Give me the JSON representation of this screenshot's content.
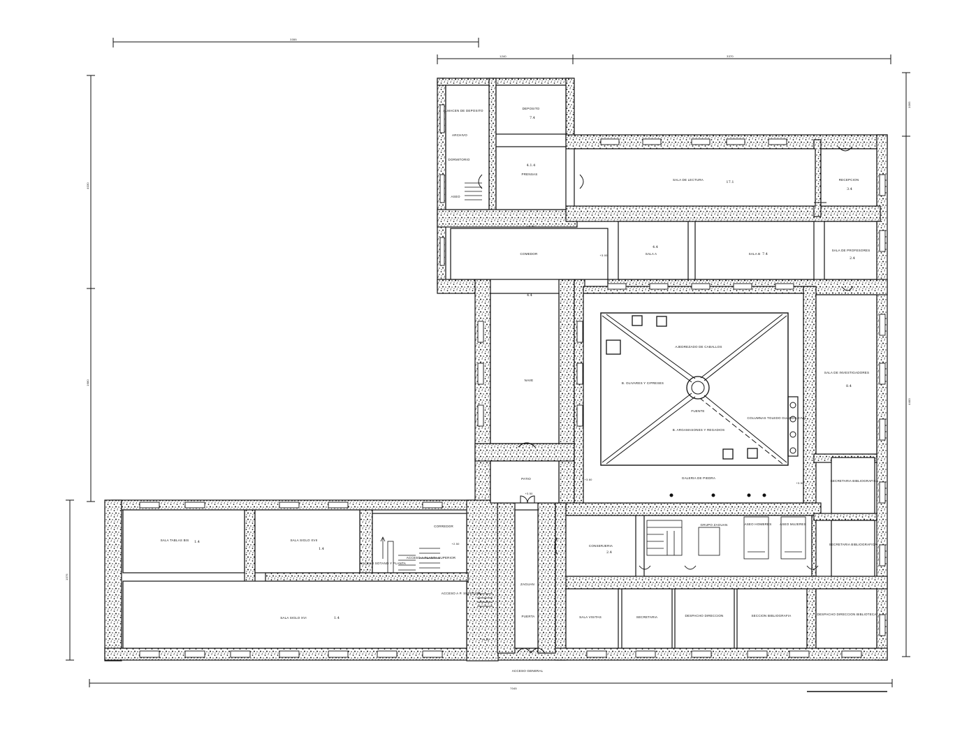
{
  "plan": {
    "ink_color": "#111111",
    "wall_fill": "#ffffff",
    "paper_color": "#ffffff"
  },
  "dimensions": {
    "top_left": "3355",
    "top_mid": "1240",
    "top_right": "3370",
    "left_upper": "4030",
    "left_lower": "1680",
    "left_bottom": "1575",
    "right_top": "1095",
    "right_mid": "4400",
    "bottom": "7045"
  },
  "rooms": {
    "almacen_de_deposito": "ALMACEN DE DEPOSITO",
    "deposito": "DEPOSITO",
    "archivo": "ARCHIVO",
    "dormitorio": "DORMITORIO",
    "aseo_nw": "ASEO",
    "prensas": "PRENSAS",
    "sala_de_lectura": "SALA DE LECTURA",
    "recepcion": "RECEPCION",
    "comedor": "COMEDOR",
    "sala_a": "SALA A",
    "sala_b": "SALA B",
    "sala_de_profesores": "SALA DE PROFESORES",
    "nave": "NAVE",
    "sala_de_investigadores": "SALA DE INVESTIGADORES",
    "ajedrezado": "AJEDREZADO DE CABALLOS",
    "sacramento_1": "B. OLIVARES Y CIPRESES",
    "sacramento_2": "B. ARGAMASONES Y REGADIOS",
    "fuente": "FUENTE",
    "columnas": "COLUMNAS TOLEDO GUARDIA CIVIL",
    "galeria": "GALERIA DE PIEDRA",
    "patio": "PATIO",
    "conserjeria": "CONSERJERIA",
    "grupo_zaguan": "GRUPO ZAGUAN",
    "aseo_m": "ASEO HOMBRES",
    "aseo_h": "ASEO MUJERES",
    "secretaria_bibliografica": "SECRETARIA BIBLIOGRAFICA",
    "secretaria": "SECRETARIA",
    "sala_tablas": "SALA TABLAS BIS",
    "sala_siglo_xvi": "SALA SIGLO XVI",
    "sala_siglo_xvii": "SALA SIGLO XVII",
    "acceso_sotano": "ACCESO SOTANO Y PLANTA",
    "acceso_planta": "ACCESO A PLANTA SUPERIOR",
    "corredor": "CORREDOR",
    "acceso_sup": "ACCESO A P. SUPERIOR",
    "zaguan": "ZAGUAN",
    "sala_visitas": "SALA VISITAS",
    "despacho_direccion": "DESPACHO DIRECCION",
    "seccion_bibliografia": "SECCION BIBLIOGRAFIA",
    "despacho_dir_bibl": "DESPACHO DIRECCION BIBLIOTECA",
    "acceso_general": "ACCESO GENERAL",
    "puerta": "PUERTA"
  },
  "marks": {
    "m_deposito": "7.4",
    "m_prensas": "4.1.4",
    "m_lectura": "17.1",
    "m_recepcion": "3.4",
    "m_sala_a": "4.4",
    "m_sala_b": "7.4",
    "m_profesores": "2.4",
    "m_nave": "4.4",
    "m_investigadores": "8.4",
    "m_conserjeria": "2.4",
    "m_siglo_xvi": "1.4",
    "m_siglo_xvii": "1.4",
    "m_zaguan": "1.4",
    "lvl_1": "+4.60",
    "lvl_2": "+3.00",
    "lvl_3": "+3.60",
    "lvl_4": "+3.50",
    "lvl_5": "+3.50",
    "lvl_6": "+2.50",
    "lvl_7": "+3.60"
  }
}
